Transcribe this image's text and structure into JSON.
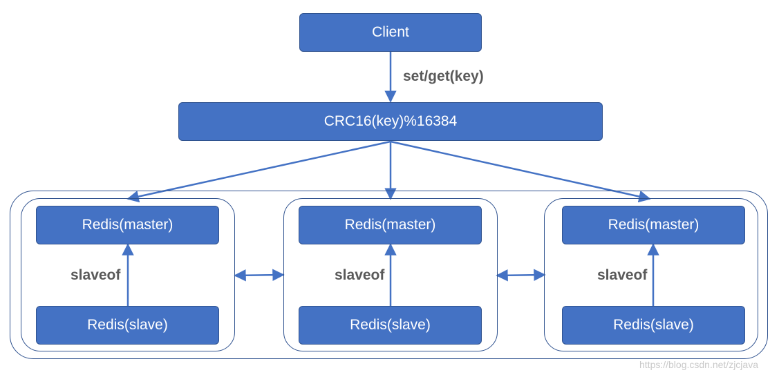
{
  "client": "Client",
  "request_label": "set/get(key)",
  "hash_box": "CRC16(key)%16384",
  "groups": [
    {
      "master": "Redis(master)",
      "slave": "Redis(slave)",
      "relation": "slaveof"
    },
    {
      "master": "Redis(master)",
      "slave": "Redis(slave)",
      "relation": "slaveof"
    },
    {
      "master": "Redis(master)",
      "slave": "Redis(slave)",
      "relation": "slaveof"
    }
  ],
  "watermark": "https://blog.csdn.net/zjcjava",
  "colors": {
    "box_fill": "#4472c4",
    "box_border": "#2f528f",
    "arrow": "#4472c4",
    "label": "#595959"
  }
}
